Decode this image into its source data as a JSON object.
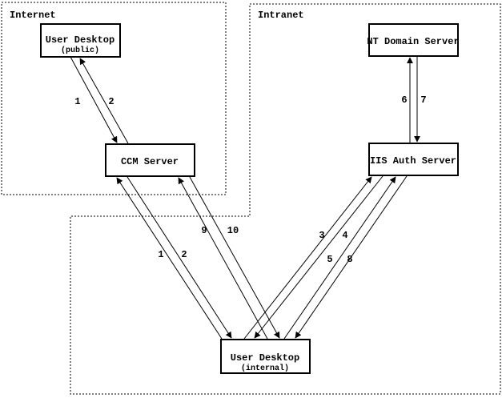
{
  "diagram": {
    "type": "network-flow-diagram",
    "colors": {
      "background": "#ffffff",
      "line": "#000000",
      "text": "#000000"
    },
    "regions": [
      {
        "id": "internet",
        "label": "Internet"
      },
      {
        "id": "intranet",
        "label": "Intranet"
      }
    ],
    "nodes": [
      {
        "id": "user-desktop-public",
        "label": "User Desktop",
        "sublabel": "(public)",
        "region": "internet"
      },
      {
        "id": "ccm-server",
        "label": "CCM Server",
        "region": "internet"
      },
      {
        "id": "nt-domain-server",
        "label": "NT Domain Server",
        "region": "intranet"
      },
      {
        "id": "iis-auth-server",
        "label": "IIS Auth Server",
        "region": "intranet"
      },
      {
        "id": "user-desktop-internal",
        "label": "User Desktop",
        "sublabel": "(internal)",
        "region": "intranet"
      }
    ],
    "edges": [
      {
        "label": "1",
        "from": "user-desktop-public",
        "to": "ccm-server"
      },
      {
        "label": "2",
        "from": "ccm-server",
        "to": "user-desktop-public"
      },
      {
        "label": "1",
        "from": "user-desktop-internal",
        "to": "ccm-server"
      },
      {
        "label": "2",
        "from": "ccm-server",
        "to": "user-desktop-internal"
      },
      {
        "label": "9",
        "from": "user-desktop-internal",
        "to": "ccm-server"
      },
      {
        "label": "10",
        "from": "ccm-server",
        "to": "user-desktop-internal"
      },
      {
        "label": "3",
        "from": "user-desktop-internal",
        "to": "iis-auth-server"
      },
      {
        "label": "4",
        "from": "iis-auth-server",
        "to": "user-desktop-internal"
      },
      {
        "label": "5",
        "from": "user-desktop-internal",
        "to": "iis-auth-server"
      },
      {
        "label": "8",
        "from": "iis-auth-server",
        "to": "user-desktop-internal"
      },
      {
        "label": "6",
        "from": "iis-auth-server",
        "to": "nt-domain-server"
      },
      {
        "label": "7",
        "from": "nt-domain-server",
        "to": "iis-auth-server"
      }
    ]
  }
}
